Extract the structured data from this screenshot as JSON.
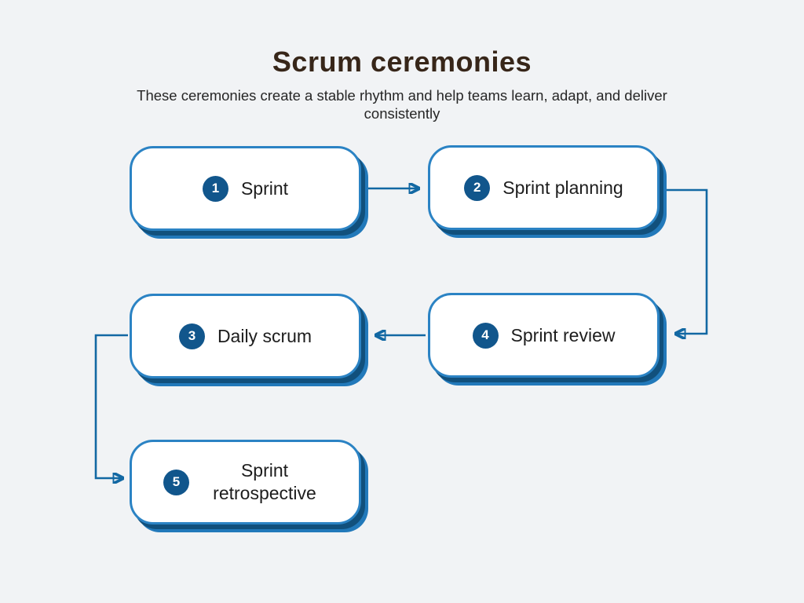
{
  "page": {
    "title": "Scrum ceremonies",
    "subtitle": "These ceremonies create a stable rhythm and help teams learn, adapt, and deliver consistently",
    "background_color": "#f1f3f5"
  },
  "colors": {
    "title_text": "#372619",
    "subtitle_text": "#262626",
    "box_fill": "#ffffff",
    "box_border": "#2b83c4",
    "box_shadow_inner": "#11507c",
    "box_shadow_outer": "#2279ba",
    "badge_fill": "#11568c",
    "badge_text": "#ffffff",
    "arrow": "#1268a3",
    "box_text": "#1d1d1d"
  },
  "diagram": {
    "flow_order": "1 → 2 → 4 → 3 → 5",
    "nodes": [
      {
        "number": "1",
        "label": "Sprint"
      },
      {
        "number": "2",
        "label": "Sprint planning"
      },
      {
        "number": "3",
        "label": "Daily scrum"
      },
      {
        "number": "4",
        "label": "Sprint review"
      },
      {
        "number": "5",
        "label": "Sprint retrospective"
      }
    ]
  }
}
